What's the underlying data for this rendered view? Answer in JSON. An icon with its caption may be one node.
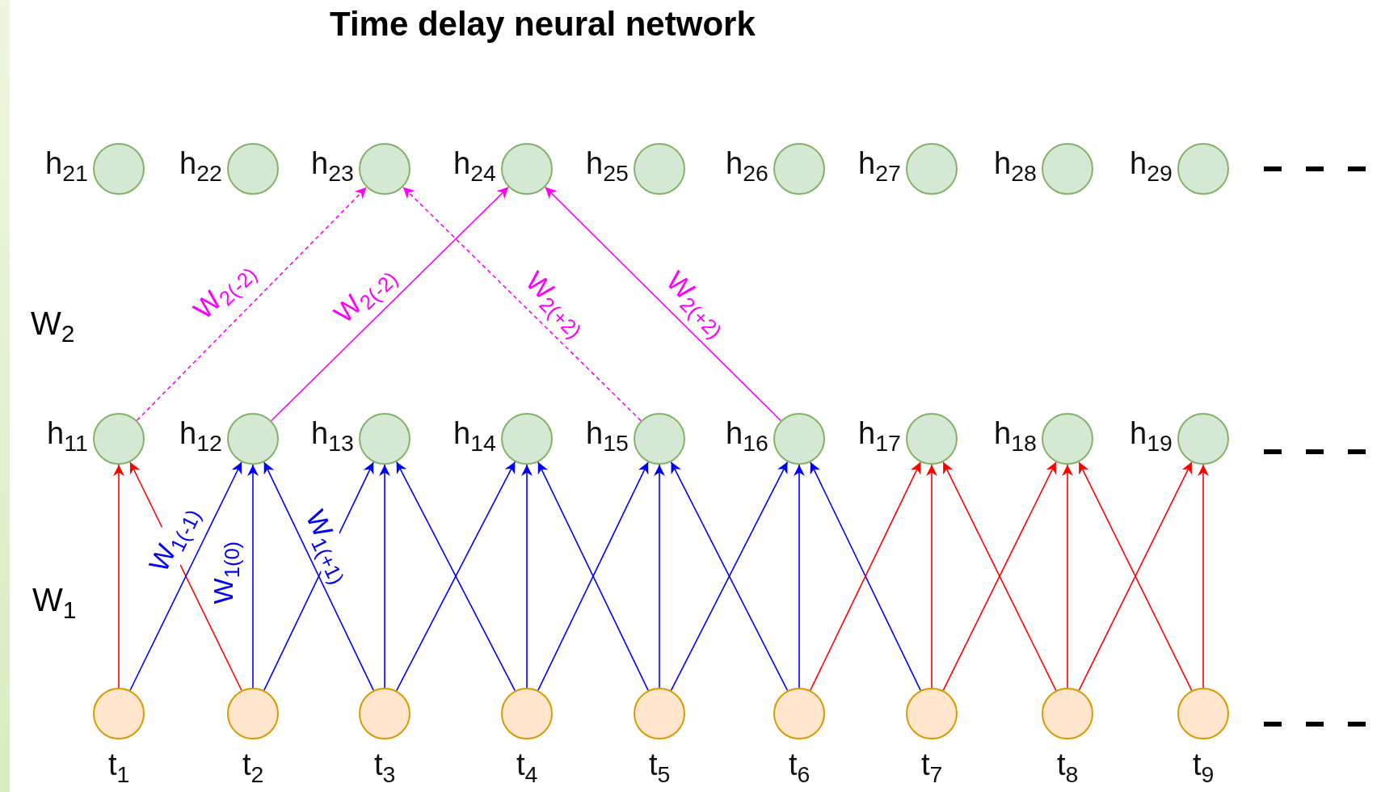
{
  "diagram": {
    "title": "Time delay neural network",
    "nodes": [
      {
        "text": [],
        "shape": "circle",
        "beside": [
          "h$_{21}$"
        ]
      },
      {
        "text": [],
        "shape": "circle",
        "beside": [
          "h$_{22}$"
        ]
      },
      {
        "text": [],
        "shape": "circle",
        "beside": [
          "h$_{23}$"
        ]
      },
      {
        "text": [],
        "shape": "circle",
        "beside": [
          "h$_{24}$"
        ]
      },
      {
        "text": [],
        "shape": "circle",
        "beside": [
          "h$_{25}$"
        ]
      },
      {
        "text": [],
        "shape": "circle",
        "beside": [
          "h$_{26}$"
        ]
      },
      {
        "text": [],
        "shape": "circle",
        "beside": [
          "h$_{27}$"
        ]
      },
      {
        "text": [],
        "shape": "circle",
        "beside": [
          "h$_{28}$"
        ]
      },
      {
        "text": [],
        "shape": "circle",
        "beside": [
          "h$_{29}$"
        ]
      },
      {
        "text": [],
        "shape": "circle",
        "beside": [
          "h$_{11}$"
        ]
      },
      {
        "text": [],
        "shape": "circle",
        "beside": [
          "h$_{12}$"
        ]
      },
      {
        "text": [],
        "shape": "circle",
        "beside": [
          "h$_{13}$"
        ]
      },
      {
        "text": [],
        "shape": "circle",
        "beside": [
          "h$_{14}$"
        ]
      },
      {
        "text": [],
        "shape": "circle",
        "beside": [
          "h$_{15}$"
        ]
      },
      {
        "text": [],
        "shape": "circle",
        "beside": [
          "h$_{16}$"
        ]
      },
      {
        "text": [],
        "shape": "circle",
        "beside": [
          "h$_{17}$"
        ]
      },
      {
        "text": [],
        "shape": "circle",
        "beside": [
          "h$_{18}$"
        ]
      },
      {
        "text": [],
        "shape": "circle",
        "beside": [
          "h$_{19}$"
        ]
      },
      {
        "text": [],
        "shape": "circle",
        "beside": [
          "t$_{1}$"
        ]
      },
      {
        "text": [],
        "shape": "circle",
        "beside": [
          "t$_{2}$"
        ]
      },
      {
        "text": [],
        "shape": "circle",
        "beside": [
          "t$_{3}$"
        ]
      },
      {
        "text": [],
        "shape": "circle",
        "beside": [
          "t$_{4}$"
        ]
      },
      {
        "text": [],
        "shape": "circle",
        "beside": [
          "t$_{5}$"
        ]
      },
      {
        "text": [],
        "shape": "circle",
        "beside": [
          "t$_{6}$"
        ]
      },
      {
        "text": [],
        "shape": "circle",
        "beside": [
          "t$_{7}$"
        ]
      },
      {
        "text": [],
        "shape": "circle",
        "beside": [
          "t$_{8}$"
        ]
      },
      {
        "text": [],
        "shape": "circle",
        "beside": [
          "t$_{9}$"
        ]
      }
    ],
    "edges": [
      {
        "from": 9,
        "to": 2,
        "arrow": "to",
        "style": "dashed",
        "color": "#ff00ff",
        "label": "W$_{2(-2)}$"
      },
      {
        "from": 10,
        "to": 3,
        "arrow": "to",
        "color": "#ff00ff",
        "label": "W$_{2(-2)}$"
      },
      {
        "from": 13,
        "to": 2,
        "arrow": "to",
        "style": "dashed",
        "color": "#ff00ff",
        "label": "W$_{2(+2)}$"
      },
      {
        "from": 14,
        "to": 3,
        "arrow": "to",
        "color": "#ff00ff",
        "label": "W$_{2(+2)}$"
      },
      {
        "from": 18,
        "to": 9,
        "arrow": "to",
        "color": "#ff0000"
      },
      {
        "from": 19,
        "to": 9,
        "arrow": "to",
        "color": "#ff0000"
      },
      {
        "from": 18,
        "to": 10,
        "arrow": "to",
        "label": "W$_{1(-1)}$"
      },
      {
        "from": 19,
        "to": 10,
        "arrow": "to",
        "label": "W$_{1(0)}$"
      },
      {
        "from": 20,
        "to": 10,
        "arrow": "to",
        "label": "W$_{1(+1)}$"
      },
      {
        "from": 19,
        "to": 11,
        "arrow": "to"
      },
      {
        "from": 20,
        "to": 11,
        "arrow": "to"
      },
      {
        "from": 21,
        "to": 11,
        "arrow": "to"
      },
      {
        "from": 20,
        "to": 12,
        "arrow": "to"
      },
      {
        "from": 21,
        "to": 12,
        "arrow": "to"
      },
      {
        "from": 22,
        "to": 12,
        "arrow": "to"
      },
      {
        "from": 21,
        "to": 13,
        "arrow": "to"
      },
      {
        "from": 22,
        "to": 13,
        "arrow": "to"
      },
      {
        "from": 23,
        "to": 13,
        "arrow": "to"
      },
      {
        "from": 22,
        "to": 14,
        "arrow": "to"
      },
      {
        "from": 23,
        "to": 14,
        "arrow": "to"
      },
      {
        "from": 24,
        "to": 14,
        "arrow": "to"
      },
      {
        "from": 23,
        "to": 15,
        "arrow": "to",
        "color": "#ff0000"
      },
      {
        "from": 24,
        "to": 15,
        "arrow": "to",
        "color": "#ff0000"
      },
      {
        "from": 25,
        "to": 15,
        "arrow": "to",
        "color": "#ff0000"
      },
      {
        "from": 24,
        "to": 16,
        "arrow": "to",
        "color": "#ff0000"
      },
      {
        "from": 25,
        "to": 16,
        "arrow": "to",
        "color": "#ff0000"
      },
      {
        "from": 26,
        "to": 16,
        "arrow": "to",
        "color": "#ff0000"
      },
      {
        "from": 25,
        "to": 17,
        "arrow": "to",
        "color": "#ff0000"
      },
      {
        "from": 26,
        "to": 17,
        "arrow": "to",
        "color": "#ff0000"
      }
    ],
    "labels": [
      "W$_{2}$",
      "W$_{1}$"
    ]
  }
}
